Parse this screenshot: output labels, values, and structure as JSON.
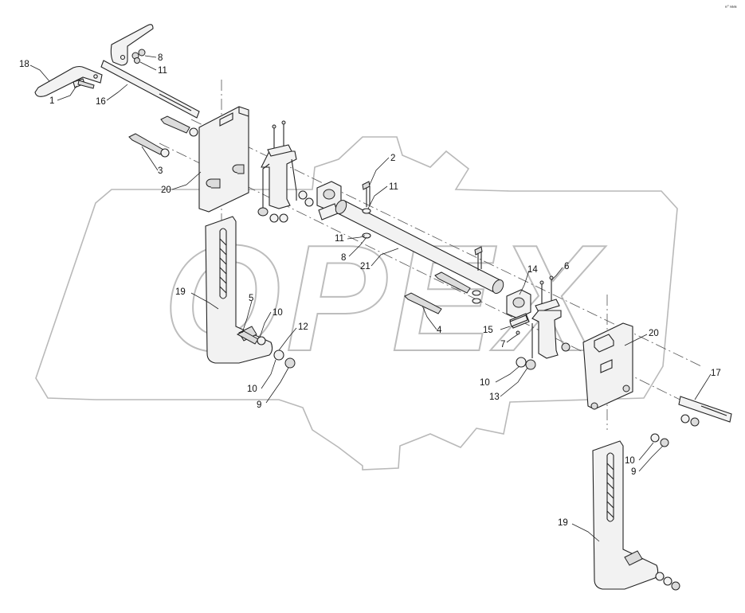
{
  "corner_mark": "e° ɴɴɴ",
  "watermark": "OPEX",
  "callouts": [
    {
      "id": "c18",
      "text": "18"
    },
    {
      "id": "c1",
      "text": "1"
    },
    {
      "id": "c16",
      "text": "16"
    },
    {
      "id": "c8a",
      "text": "8"
    },
    {
      "id": "c11a",
      "text": "11"
    },
    {
      "id": "c3",
      "text": "3"
    },
    {
      "id": "c20a",
      "text": "20"
    },
    {
      "id": "c2",
      "text": "2"
    },
    {
      "id": "c11b",
      "text": "11"
    },
    {
      "id": "c11c",
      "text": "11"
    },
    {
      "id": "c8b",
      "text": "8"
    },
    {
      "id": "c21",
      "text": "21"
    },
    {
      "id": "c19a",
      "text": "19"
    },
    {
      "id": "c5",
      "text": "5"
    },
    {
      "id": "c10a",
      "text": "10"
    },
    {
      "id": "c12",
      "text": "12"
    },
    {
      "id": "c10b",
      "text": "10"
    },
    {
      "id": "c9a",
      "text": "9"
    },
    {
      "id": "c4",
      "text": "4"
    },
    {
      "id": "c14",
      "text": "14"
    },
    {
      "id": "c6",
      "text": "6"
    },
    {
      "id": "c15",
      "text": "15"
    },
    {
      "id": "c7",
      "text": "7"
    },
    {
      "id": "c20b",
      "text": "20"
    },
    {
      "id": "c10c",
      "text": "10"
    },
    {
      "id": "c13",
      "text": "13"
    },
    {
      "id": "c17",
      "text": "17"
    },
    {
      "id": "c10d",
      "text": "10"
    },
    {
      "id": "c9b",
      "text": "9"
    },
    {
      "id": "c19b",
      "text": "19"
    }
  ]
}
